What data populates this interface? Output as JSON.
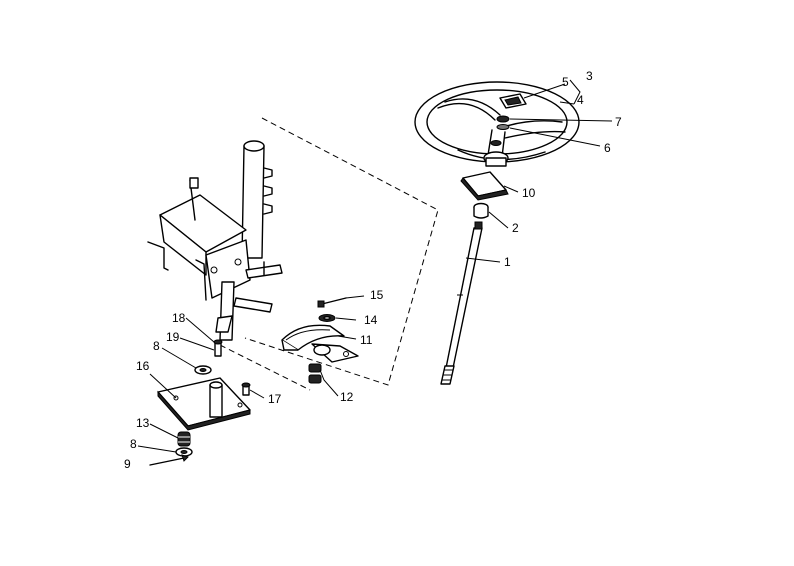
{
  "diagram": {
    "callouts": [
      {
        "id": "c1",
        "label": "1"
      },
      {
        "id": "c2",
        "label": "2"
      },
      {
        "id": "c3",
        "label": "3"
      },
      {
        "id": "c4",
        "label": "4"
      },
      {
        "id": "c5",
        "label": "5"
      },
      {
        "id": "c6",
        "label": "6"
      },
      {
        "id": "c7",
        "label": "7"
      },
      {
        "id": "c8a",
        "label": "8"
      },
      {
        "id": "c8b",
        "label": "8"
      },
      {
        "id": "c9",
        "label": "9"
      },
      {
        "id": "c10",
        "label": "10"
      },
      {
        "id": "c11",
        "label": "11"
      },
      {
        "id": "c12",
        "label": "12"
      },
      {
        "id": "c13",
        "label": "13"
      },
      {
        "id": "c14",
        "label": "14"
      },
      {
        "id": "c15",
        "label": "15"
      },
      {
        "id": "c16",
        "label": "16"
      },
      {
        "id": "c17",
        "label": "17"
      },
      {
        "id": "c18",
        "label": "18"
      },
      {
        "id": "c19",
        "label": "19"
      }
    ]
  }
}
